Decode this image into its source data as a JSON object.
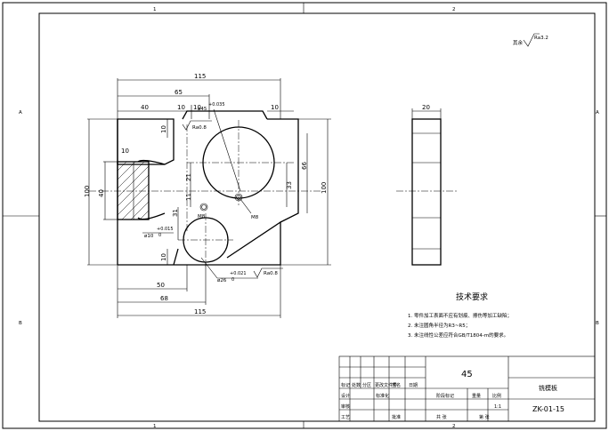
{
  "sheet": {
    "col_labels": [
      "1",
      "2"
    ],
    "row_labels": [
      "A",
      "B"
    ]
  },
  "surface_finish": {
    "note_text": "其余",
    "value": "Ra3.2"
  },
  "front_view": {
    "dims_top": [
      "115",
      "65",
      "40",
      "10",
      "10",
      "10"
    ],
    "hole_large_top": "ø45",
    "hole_large_tol": "+0.035",
    "rough_top": "Ra0.8",
    "dims_left": [
      "10",
      "10",
      "100",
      "40",
      "10"
    ],
    "dims_mid": [
      "21",
      "11",
      "31"
    ],
    "dims_right": [
      "33",
      "66",
      "100"
    ],
    "threads": [
      "M8",
      "M8"
    ],
    "hole_small": "ø10",
    "hole_small_tol": "+0.015",
    "hole_small_tol_lower": "0",
    "hole_mid": "ø26",
    "hole_mid_tol": "+0.021",
    "hole_mid_tol_lower": "0",
    "rough_bottom": "Ra0.8",
    "dims_bottom": [
      "50",
      "68",
      "115"
    ]
  },
  "side_view": {
    "width": "20"
  },
  "tech_req": {
    "title": "技术要求",
    "items": [
      "1. 零件加工表面不应有划痕、擦伤等加工缺陷；",
      "2. 未注圆角半径为R3~R5；",
      "3. 未注线性公差应符合GB/T1804-m的要求。"
    ]
  },
  "title_block": {
    "material": "45",
    "part_name": "铣模板",
    "drawing_no": "ZK-01-15",
    "scale": "1:1",
    "row_headers": [
      "标记",
      "处数",
      "分区",
      "更改文件号",
      "签名",
      "日期"
    ],
    "roles": [
      "设计",
      "审核",
      "工艺"
    ],
    "std_label": "标准化",
    "approve_label": "批准",
    "stage_label": "阶段标记",
    "weight_label": "重量",
    "scale_label": "比例",
    "sheet_count": "共  张",
    "sheet_no": "第  张"
  }
}
